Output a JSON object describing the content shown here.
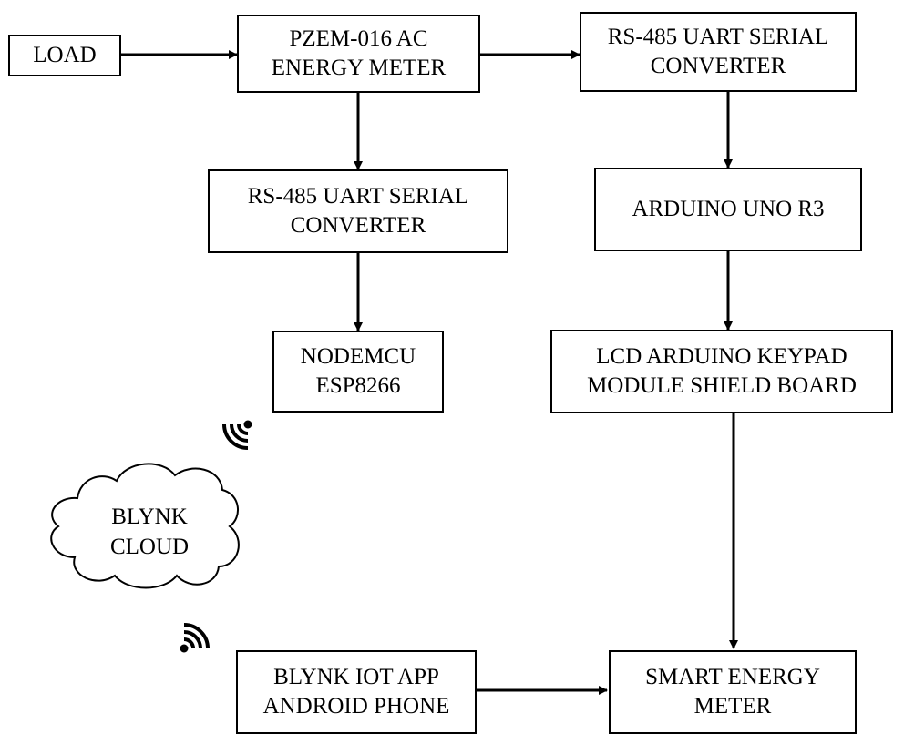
{
  "nodes": {
    "load": {
      "lines": [
        "LOAD"
      ]
    },
    "pzem": {
      "lines": [
        "PZEM-016 AC",
        "ENERGY METER"
      ]
    },
    "rs485_right": {
      "lines": [
        "RS-485 UART SERIAL",
        "CONVERTER"
      ]
    },
    "rs485_left": {
      "lines": [
        "RS-485 UART SERIAL",
        "CONVERTER"
      ]
    },
    "arduino": {
      "lines": [
        "ARDUINO UNO R3"
      ]
    },
    "nodemcu": {
      "lines": [
        "NODEMCU",
        "ESP8266"
      ]
    },
    "lcd": {
      "lines": [
        "LCD ARDUINO KEYPAD",
        "MODULE SHIELD BOARD"
      ]
    },
    "cloud": {
      "lines": [
        "BLYNK",
        "CLOUD"
      ]
    },
    "blynk_app": {
      "lines": [
        "BLYNK IOT APP",
        "ANDROID PHONE"
      ]
    },
    "smart_meter": {
      "lines": [
        "SMART ENERGY",
        "METER"
      ]
    }
  },
  "icons": {
    "wifi_upper": "wifi-signal-icon",
    "wifi_lower": "wifi-signal-icon"
  },
  "style": {
    "stroke": "#000000",
    "fill": "#ffffff"
  }
}
